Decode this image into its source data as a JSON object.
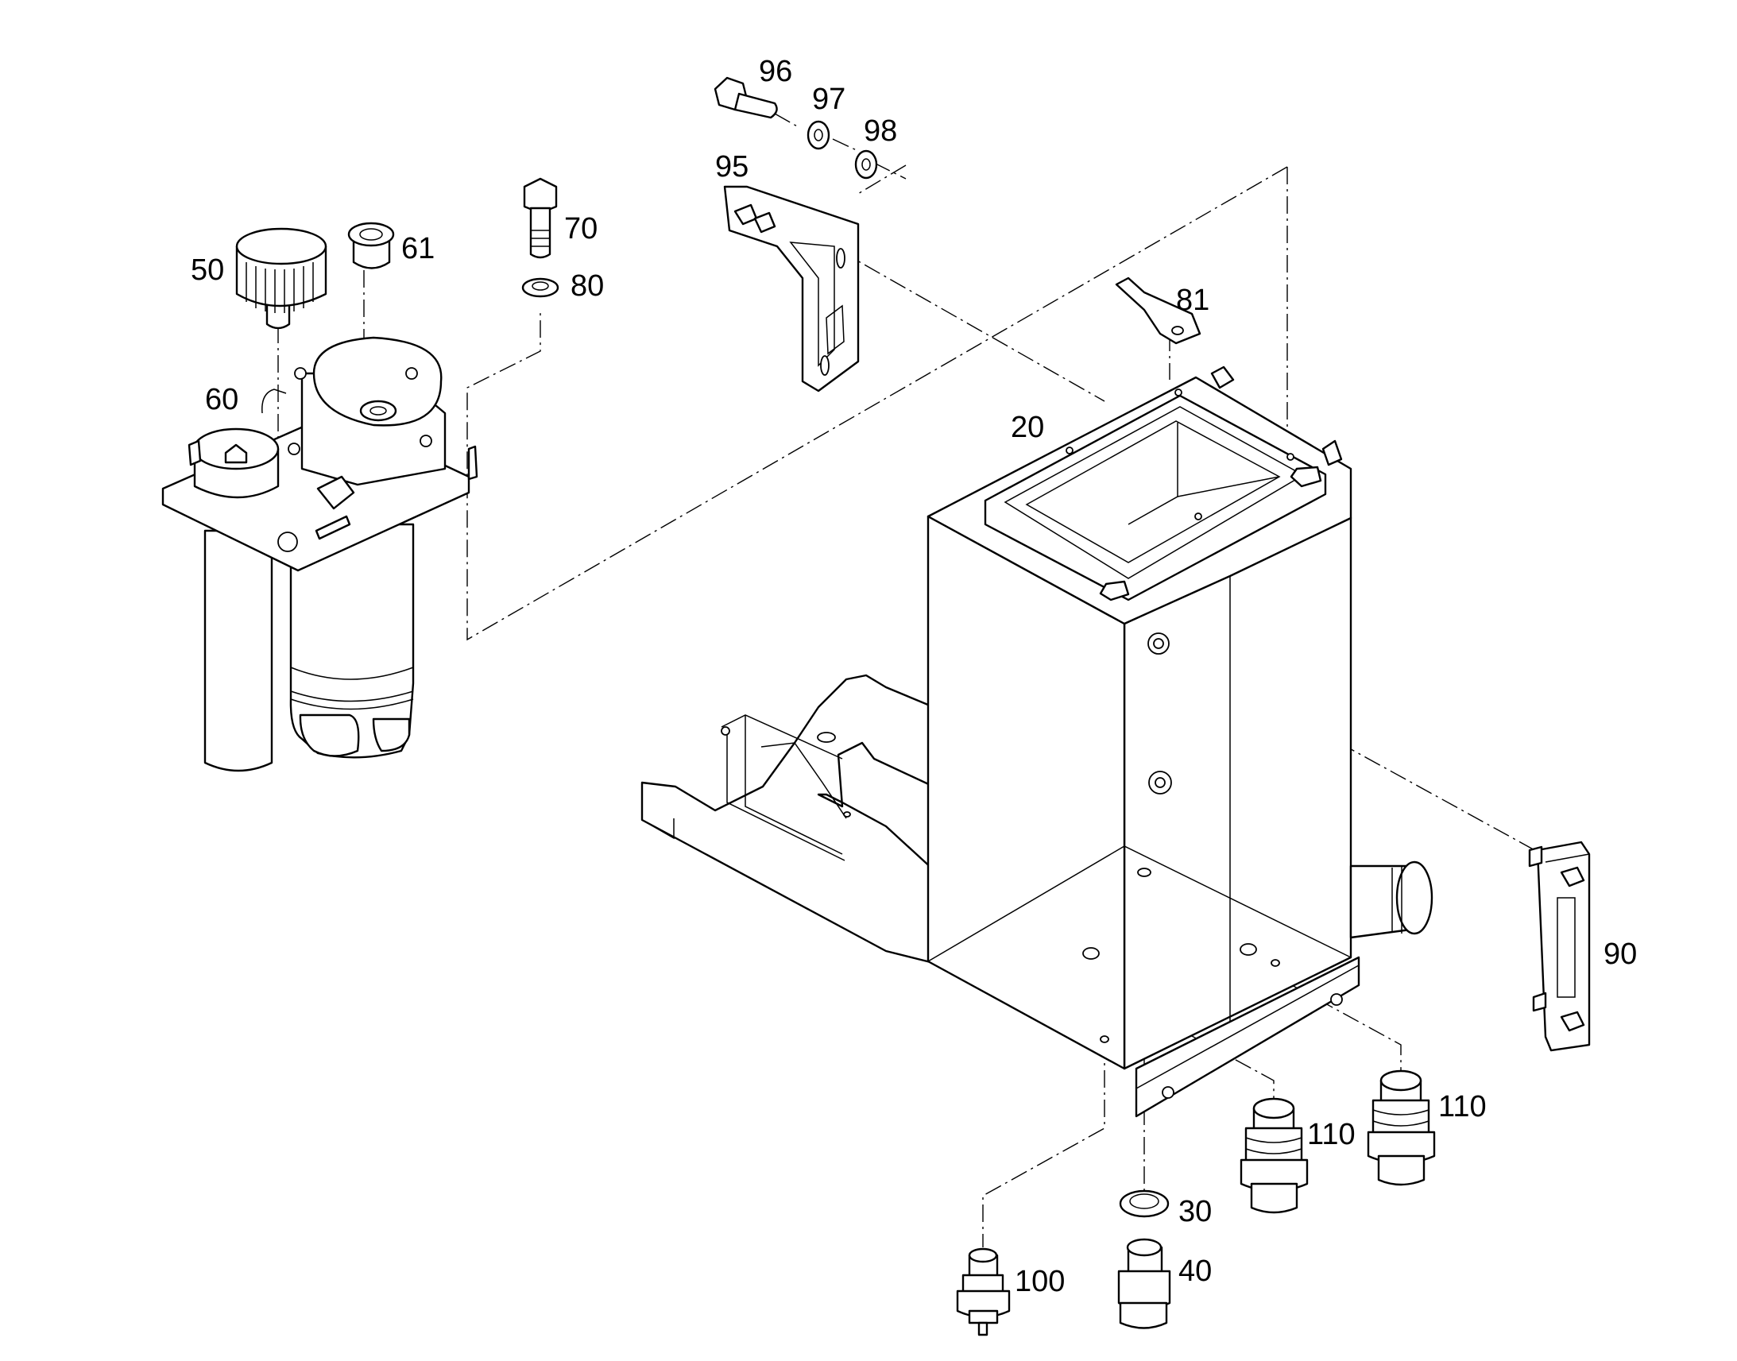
{
  "callouts": {
    "p20": "20",
    "p30": "30",
    "p40": "40",
    "p50": "50",
    "p60": "60",
    "p61": "61",
    "p70": "70",
    "p80": "80",
    "p81": "81",
    "p90": "90",
    "p95": "95",
    "p96": "96",
    "p97": "97",
    "p98": "98",
    "p100": "100",
    "p110a": "110",
    "p110b": "110"
  },
  "colors": {
    "line": "#000000",
    "background": "#ffffff"
  }
}
